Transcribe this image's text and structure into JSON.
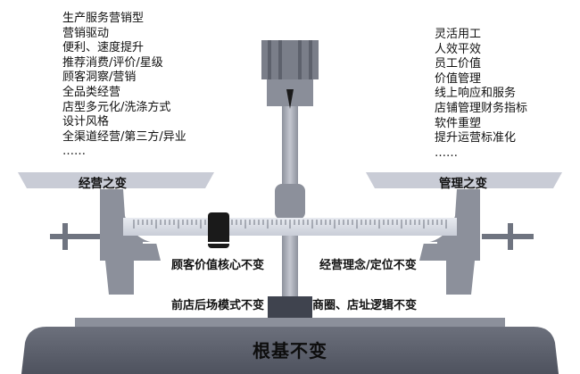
{
  "left_list": [
    "生产服务营销型",
    "营销驱动",
    "便利、速度提升",
    "推荐消费/评价/星级",
    "顾客洞察/营销",
    "全品类经营",
    "店型多元化/洗涤方式",
    "设计风格",
    "全渠道经营/第三方/异业",
    "……"
  ],
  "right_list": [
    "灵活用工",
    "人效平效",
    "员工价值",
    "价值管理",
    "线上响应和服务",
    "店铺管理财务指标",
    "软件重塑",
    "提升运营标准化",
    "……"
  ],
  "pan_left_label": "经营之变",
  "pan_right_label": "管理之变",
  "beam_labels": {
    "top_left": "顾客价值核心不变",
    "top_right": "经营理念/定位不变",
    "bottom_left": "前店后场模式不变",
    "bottom_right": "商圈、店址逻辑不变"
  },
  "base_label": "根基不变",
  "colors": {
    "metal": "#9ea2ad",
    "metal_dark": "#6f7480",
    "pan": "#c9ccd6",
    "beam": "#dde1ea",
    "slider": "#1a1a1a",
    "base": "#5b5f6c"
  }
}
